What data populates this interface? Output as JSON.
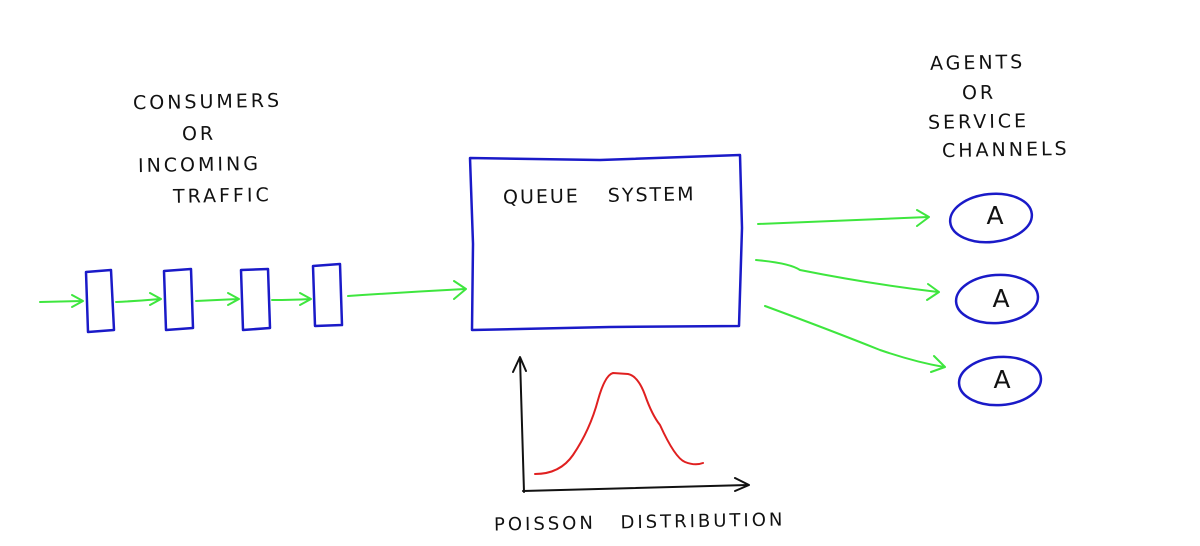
{
  "consumers_label": {
    "line1": "CONSUMERS",
    "line2": "OR",
    "line3": "INCOMING",
    "line4": "TRAFFIC"
  },
  "agents_label": {
    "line1": "AGENTS",
    "line2": "OR",
    "line3": "SERVICE",
    "line4": "CHANNELS"
  },
  "queue_label": "QUEUE SYSTEM",
  "distribution_label": "POISSON DISTRIBUTION",
  "agents": [
    {
      "letter": "A"
    },
    {
      "letter": "A"
    },
    {
      "letter": "A"
    }
  ],
  "incoming_items_count": 4,
  "colors": {
    "box_stroke": "#1a1ac8",
    "arrow": "#3ee63e",
    "curve": "#e02020",
    "axes": "#111111",
    "text": "#111111"
  }
}
